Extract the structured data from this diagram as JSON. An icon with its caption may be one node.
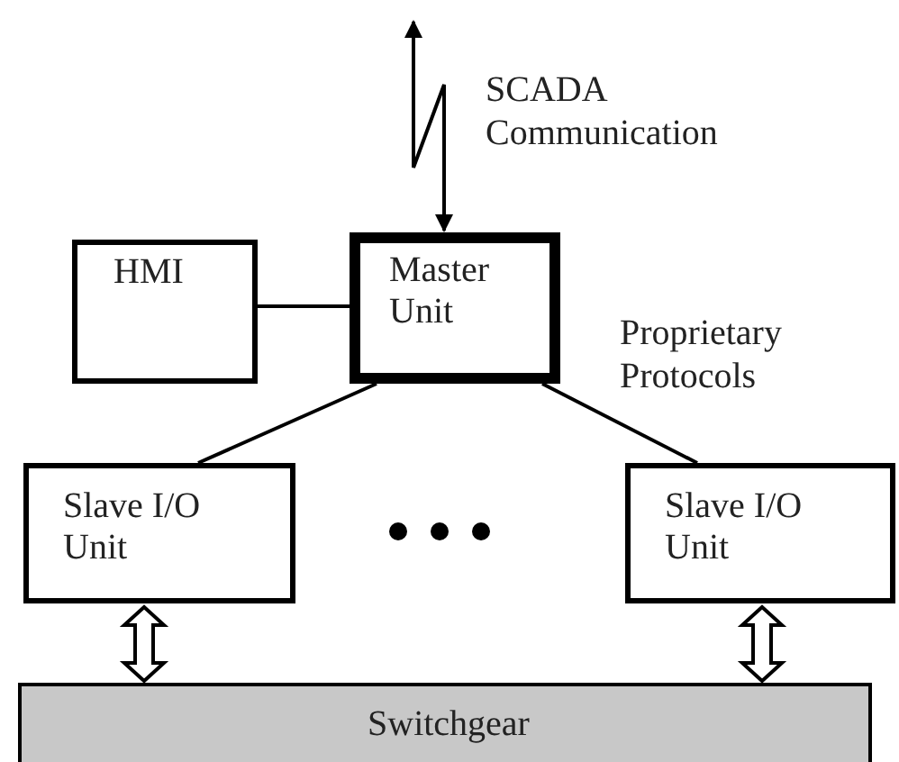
{
  "diagram": {
    "nodes": [
      {
        "text": [
          "HMI"
        ]
      },
      {
        "text": [
          "Master Unit"
        ]
      },
      {
        "text": [
          "Slave I/O Unit"
        ]
      },
      {
        "text": [
          "Slave I/O Unit"
        ]
      },
      {
        "text": [
          "Switchgear"
        ]
      }
    ],
    "edges": [
      {
        "from": null,
        "to": 1,
        "arrow": "both",
        "label": "SCADA Communication"
      },
      {
        "from": 0,
        "to": 1,
        "arrow": "none"
      },
      {
        "from": 1,
        "to": 2,
        "arrow": "none"
      },
      {
        "from": 1,
        "to": 3,
        "arrow": "none"
      },
      {
        "from": 2,
        "to": 4,
        "arrow": "both",
        "style": "thick"
      },
      {
        "from": 3,
        "to": 4,
        "arrow": "both",
        "style": "thick"
      }
    ],
    "labels": [
      "Proprietary Protocols"
    ]
  }
}
